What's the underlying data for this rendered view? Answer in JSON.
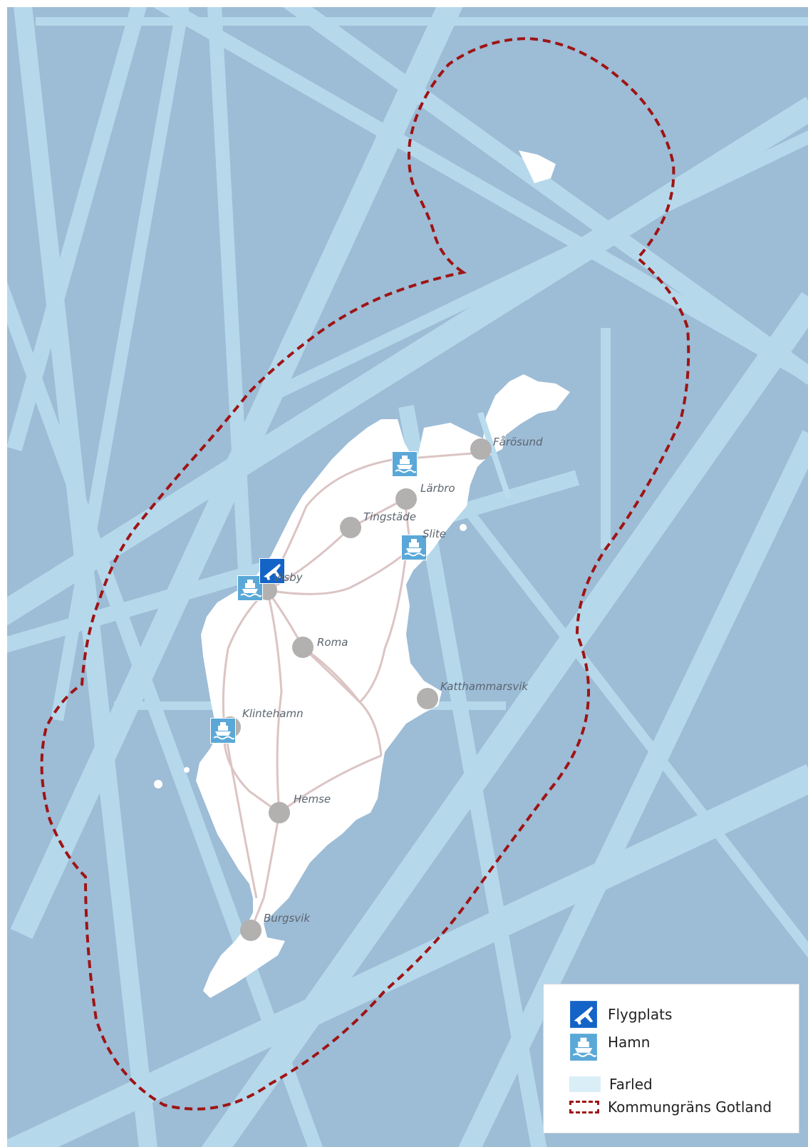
{
  "places": [
    {
      "id": "farosund",
      "name": "Fårösund"
    },
    {
      "id": "larbro",
      "name": "Lärbro"
    },
    {
      "id": "tingstade",
      "name": "Tingstäde"
    },
    {
      "id": "slite",
      "name": "Slite"
    },
    {
      "id": "visby",
      "name": "Visby"
    },
    {
      "id": "roma",
      "name": "Roma"
    },
    {
      "id": "katthammarsvik",
      "name": "Katthammarsvik"
    },
    {
      "id": "klintehamn",
      "name": "Klintehamn"
    },
    {
      "id": "hemse",
      "name": "Hemse"
    },
    {
      "id": "burgsvik",
      "name": "Burgsvik"
    }
  ],
  "legend": {
    "flygplats": "Flygplats",
    "hamn": "Hamn",
    "farled": "Farled",
    "kommungrans": "Kommungräns Gotland"
  },
  "colors": {
    "sea": "#9dbcd6",
    "farled": "#b9dcee",
    "land": "#ffffff",
    "road": "#dcc4c4",
    "town": "#b3b0b0",
    "boundary": "#9e1414",
    "airport": "#1463c7",
    "harbour": "#5aa8d8"
  },
  "icons": [
    "airport-icon",
    "harbour-icon"
  ]
}
